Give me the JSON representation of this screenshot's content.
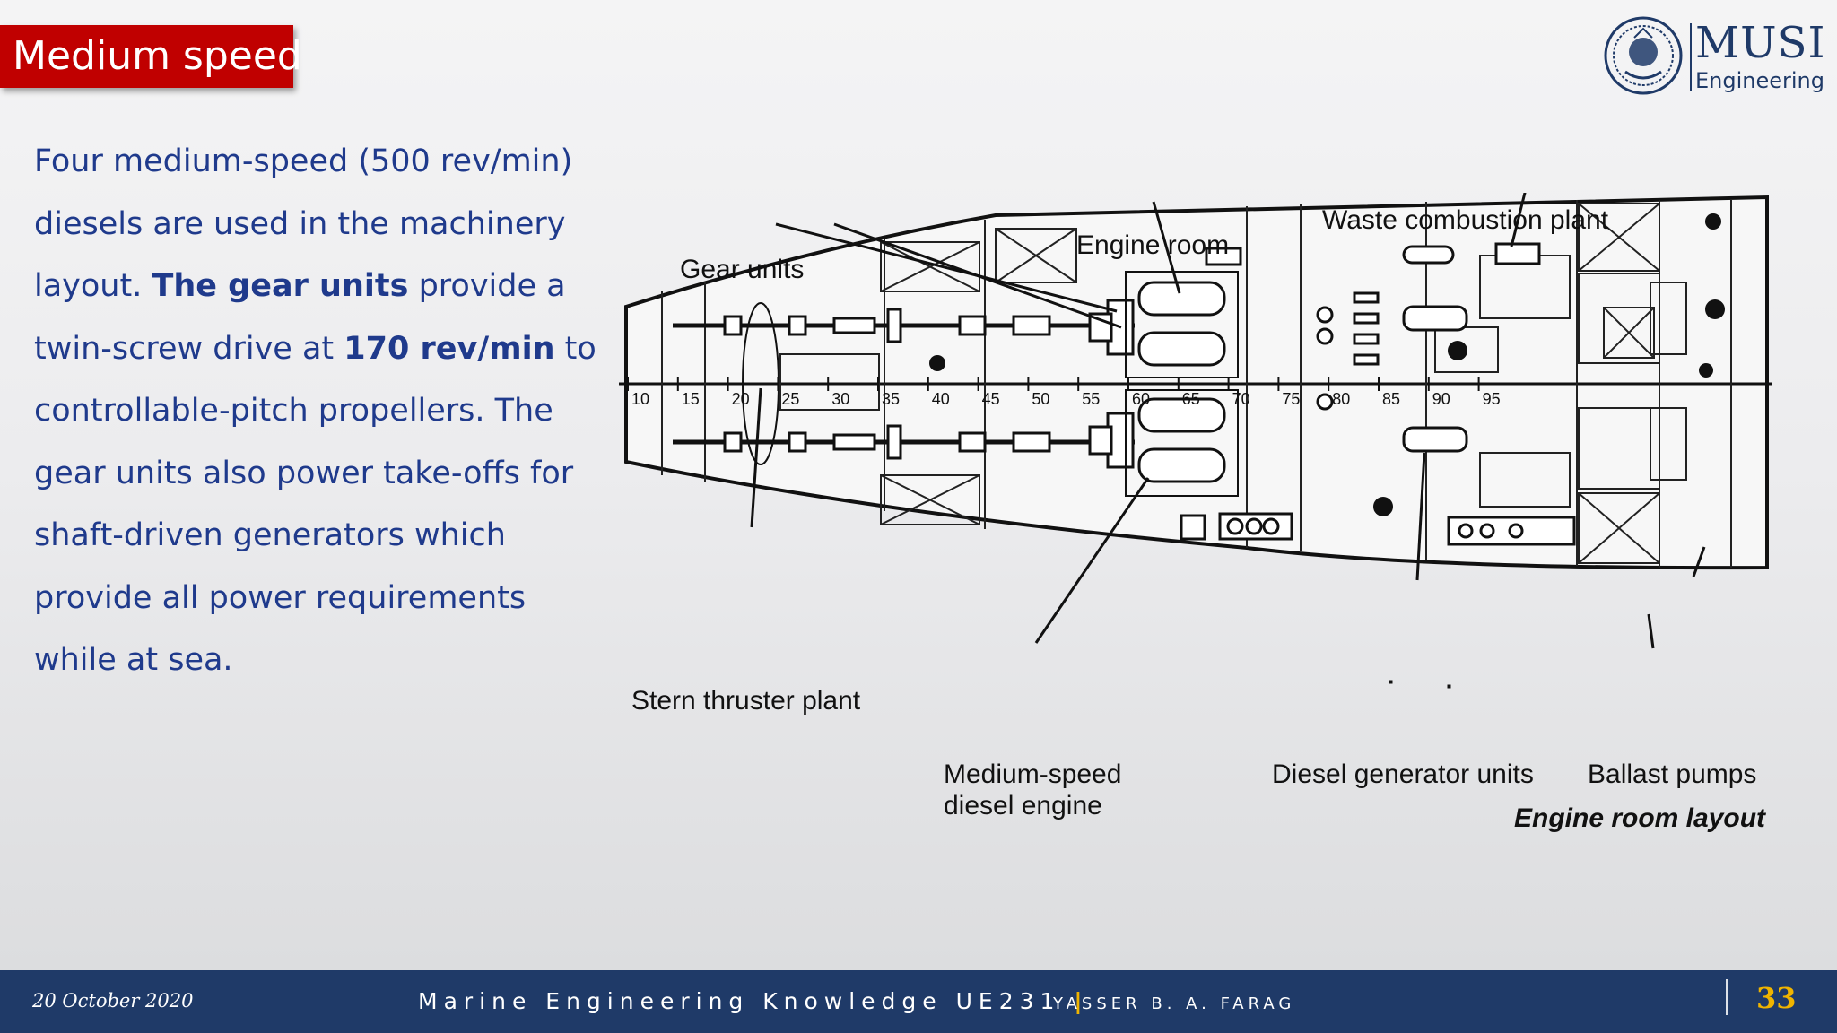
{
  "slide": {
    "title": "Medium speed",
    "logo": {
      "name": "MUSI",
      "sub": "Engineering"
    },
    "body_lines": [
      [
        {
          "t": "Four medium-speed (500 rev/min)",
          "b": false
        }
      ],
      [
        {
          "t": "diesels are used in the machinery",
          "b": false
        }
      ],
      [
        {
          "t": "layout. ",
          "b": false
        },
        {
          "t": "The gear units",
          "b": true
        },
        {
          "t": " provide a",
          "b": false
        }
      ],
      [
        {
          "t": "twin-screw drive at ",
          "b": false
        },
        {
          "t": "170 rev/min",
          "b": true
        },
        {
          "t": " to",
          "b": false
        }
      ],
      [
        {
          "t": "controllable-pitch propellers.  The",
          "b": false
        }
      ],
      [
        {
          "t": "gear units also power take-offs for",
          "b": false
        }
      ],
      [
        {
          "t": "shaft-driven generators which",
          "b": false
        }
      ],
      [
        {
          "t": "provide all power requirements",
          "b": false
        }
      ],
      [
        {
          "t": "while at sea.",
          "b": false
        }
      ]
    ]
  },
  "diagram": {
    "labels": {
      "gear_units": "Gear units",
      "engine_room": "Engine room",
      "waste": "Waste combustion plant",
      "stern": "Stern thruster plant",
      "msd_line1": "Medium-speed",
      "msd_line2": "diesel engine",
      "dgu": "Diesel generator units",
      "ballast": "Ballast pumps",
      "caption": "Engine room layout"
    },
    "frames": [
      "10",
      "15",
      "20",
      "25",
      "30",
      "35",
      "40",
      "45",
      "50",
      "55",
      "60",
      "65",
      "70",
      "75",
      "80",
      "85",
      "90",
      "95"
    ]
  },
  "footer": {
    "date": "20 October 2020",
    "course": "Marine Engineering Knowledge UE231",
    "separator": "|",
    "author": "YASSER B. A. FARAG",
    "page": "33"
  },
  "colors": {
    "title_bg": "#c00000",
    "body_text": "#1f3a8c",
    "footer_bg": "#1f3a68",
    "accent": "#f0b400"
  }
}
